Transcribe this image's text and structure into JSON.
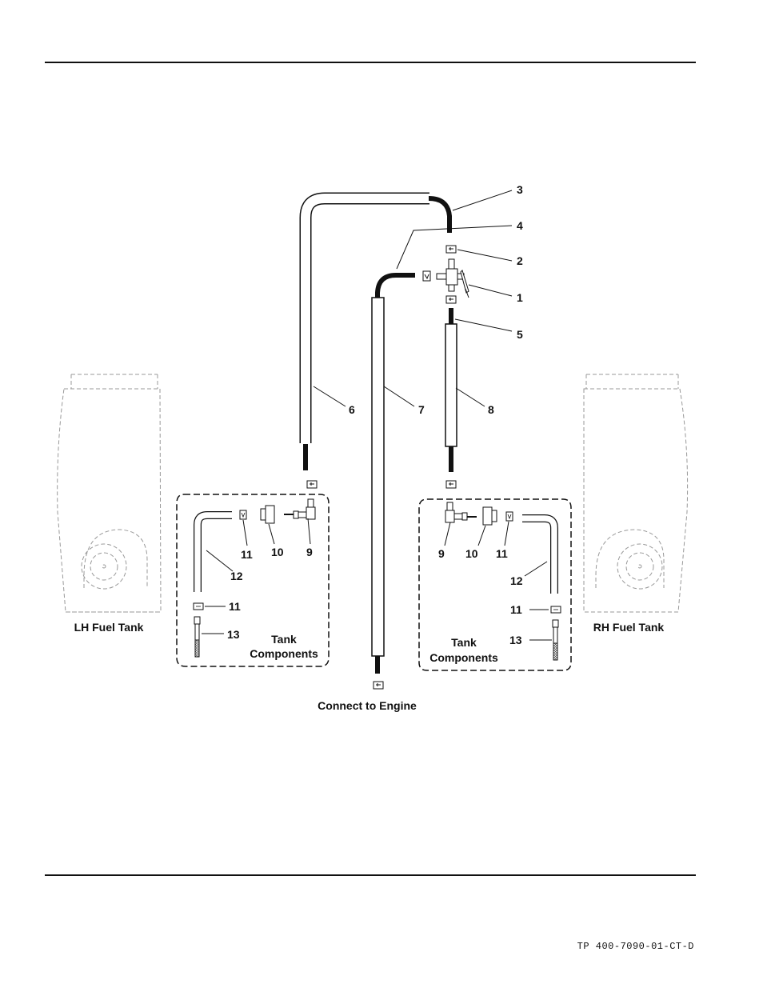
{
  "callouts": {
    "c1": "1",
    "c2": "2",
    "c3": "3",
    "c4": "4",
    "c5": "5",
    "c6": "6",
    "c7": "7",
    "c8": "8",
    "lh_9": "9",
    "lh_10": "10",
    "lh_11a": "11",
    "lh_12": "12",
    "lh_11b": "11",
    "lh_13": "13",
    "rh_9": "9",
    "rh_10": "10",
    "rh_11a": "11",
    "rh_12": "12",
    "rh_11b": "11",
    "rh_13": "13"
  },
  "labels": {
    "lh_tank": "LH Fuel Tank",
    "rh_tank": "RH Fuel Tank",
    "tank_components_line1": "Tank",
    "tank_components_line2": "Components",
    "connect_engine": "Connect to Engine"
  },
  "footer": {
    "doc_code": "TP 400-7090-01-CT-D"
  }
}
